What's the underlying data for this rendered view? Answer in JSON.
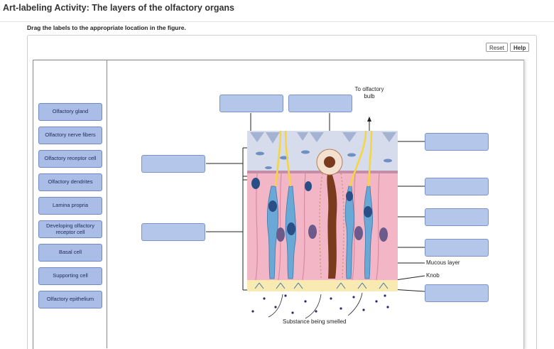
{
  "header": {
    "title": "Art-labeling Activity: The layers of the olfactory organs",
    "instruction": "Drag the labels to the appropriate location in the figure."
  },
  "toolbar": {
    "reset_label": "Reset",
    "help_label": "Help"
  },
  "labels": [
    "Olfactory gland",
    "Olfactory nerve fibers",
    "Olfactory receptor cell",
    "Olfactory dendrites",
    "Lamina propria",
    "Developing olfactory receptor cell",
    "Basal cell",
    "Supporting cell",
    "Olfactory epithelium"
  ],
  "figure": {
    "to_bulb": "To olfactory bulb",
    "mucous_layer": "Mucous layer",
    "knob": "Knob",
    "substance": "Substance being smelled"
  },
  "colors": {
    "chip_fill": "#a9bde7",
    "target_fill": "#b4c6ea",
    "epithelium_pink": "#f2b6c6",
    "receptor_blue": "#6aa8d6",
    "nerve_yellow": "#f5d63d",
    "gland_brown": "#7a3a1e"
  }
}
